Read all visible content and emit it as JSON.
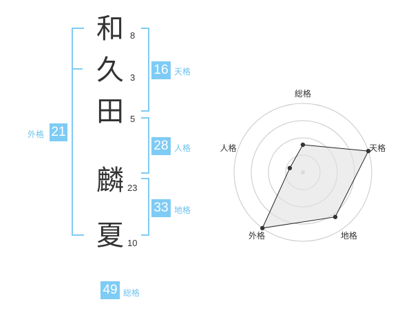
{
  "name": {
    "characters": [
      {
        "char": "和",
        "strokes": "8"
      },
      {
        "char": "久",
        "strokes": "3"
      },
      {
        "char": "田",
        "strokes": "5"
      },
      {
        "char": "麟",
        "strokes": "23"
      },
      {
        "char": "夏",
        "strokes": "10"
      }
    ]
  },
  "fortunes": {
    "tenkaku": {
      "value": "16",
      "label": "天格"
    },
    "jinkaku": {
      "value": "28",
      "label": "人格"
    },
    "chikaku": {
      "value": "33",
      "label": "地格"
    },
    "gaikaku": {
      "value": "21",
      "label": "外格"
    },
    "soukaku": {
      "value": "49",
      "label": "総格"
    }
  },
  "colors": {
    "accent": "#7ecbf5",
    "text": "#333333",
    "radar_fill": "#eeeeee"
  },
  "chart_data": {
    "type": "radar",
    "axes": [
      "総格",
      "天格",
      "地格",
      "外格",
      "人格"
    ],
    "values": [
      2,
      5,
      4,
      5,
      1
    ],
    "max": 5,
    "rings": 4
  }
}
